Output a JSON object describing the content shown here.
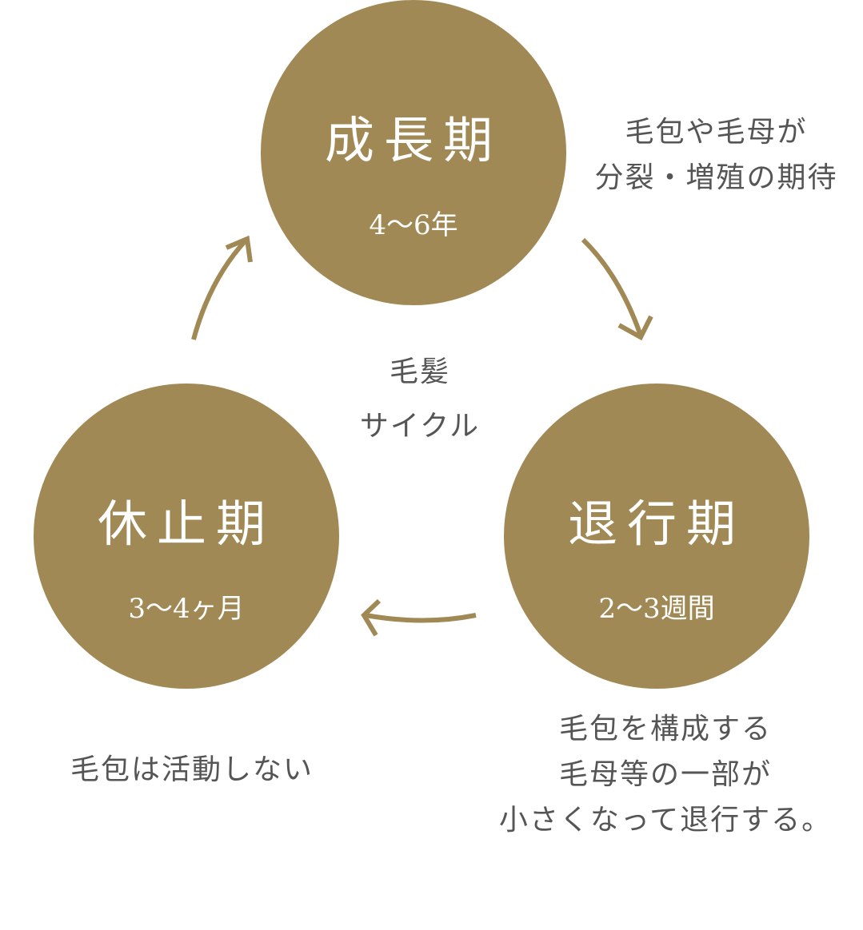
{
  "center_label": [
    "毛髪",
    "サイクル"
  ],
  "phases": [
    {
      "name": "成長期",
      "duration": "4〜6年",
      "description": [
        "毛包や毛母が",
        "分裂・増殖の期待"
      ]
    },
    {
      "name": "退行期",
      "duration": "2〜3週間",
      "description": [
        "毛包を構成する",
        "毛母等の一部が",
        "小さくなって退行する。"
      ]
    },
    {
      "name": "休止期",
      "duration": "3〜4ヶ月",
      "description": [
        "毛包は活動しない"
      ]
    }
  ],
  "colors": {
    "circle": "#A08955",
    "text": "#555555"
  }
}
